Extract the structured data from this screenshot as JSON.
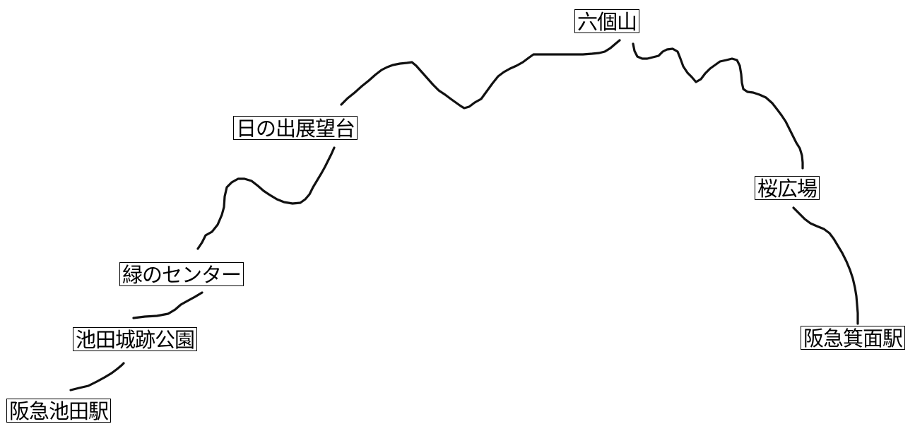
{
  "diagram": {
    "stops": [
      {
        "id": "hankyu-ikeda-station",
        "label": "阪急池田駅"
      },
      {
        "id": "ikeda-castle-park",
        "label": "池田城跡公園"
      },
      {
        "id": "midori-center",
        "label": "緑のセンター"
      },
      {
        "id": "hinode-observatory",
        "label": "日の出展望台"
      },
      {
        "id": "rokkosan",
        "label": "六個山"
      },
      {
        "id": "sakura-hiroba",
        "label": "桜広場"
      },
      {
        "id": "hankyu-minoo-station",
        "label": "阪急箕面駅"
      }
    ],
    "colors": {
      "line": "#111111",
      "label_border": "#000000",
      "label_background": "#ffffff",
      "background": "#ffffff"
    }
  }
}
